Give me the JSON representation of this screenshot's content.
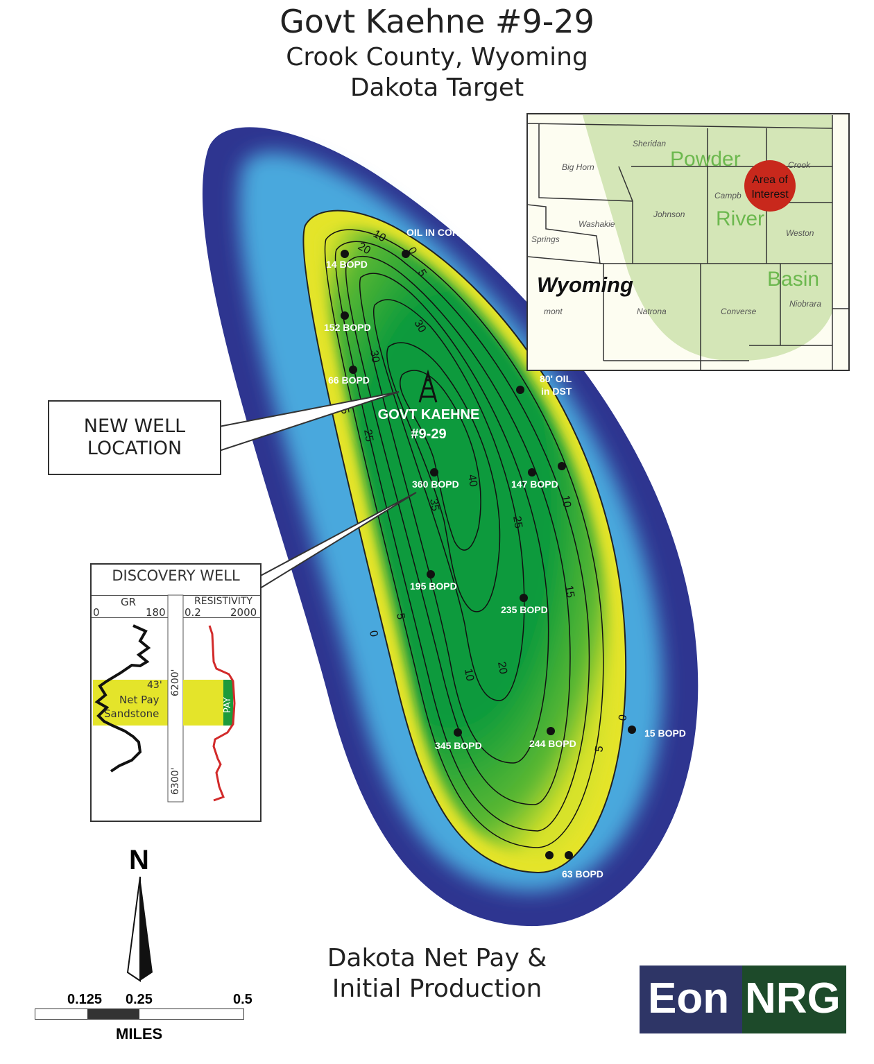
{
  "header": {
    "title": "Govt Kaehne #9-29",
    "location": "Crook County, Wyoming",
    "target": "Dakota Target"
  },
  "callouts": {
    "new_well": [
      "NEW WELL",
      "LOCATION"
    ],
    "well_name": [
      "GOVT KAEHNE",
      "#9-29"
    ]
  },
  "wells": [
    {
      "label": "14 BOPD"
    },
    {
      "label": "OIL IN CORE"
    },
    {
      "label": "152 BOPD"
    },
    {
      "label": "66 BOPD"
    },
    {
      "label": "80' OIL"
    },
    {
      "label": "in DST"
    },
    {
      "label": "360 BOPD"
    },
    {
      "label": "147 BOPD"
    },
    {
      "label": "195 BOPD"
    },
    {
      "label": "235 BOPD"
    },
    {
      "label": "345 BOPD"
    },
    {
      "label": "244 BOPD"
    },
    {
      "label": "15 BOPD"
    },
    {
      "label": "63 BOPD"
    }
  ],
  "contour_labels": [
    "10",
    "20",
    "0",
    "5",
    "30",
    "30",
    "15",
    "25",
    "40",
    "35",
    "25",
    "10",
    "15",
    "5",
    "0",
    "10",
    "20",
    "0",
    "5"
  ],
  "discovery_well": {
    "title": "DISCOVERY WELL",
    "gr_label": "GR",
    "gr_min": "0",
    "gr_max": "180",
    "res_label": "RESISTIVITY",
    "res_min": "0.2",
    "res_max": "2000",
    "depth_1": "6200'",
    "depth_2": "6300'",
    "net_pay": [
      "43'",
      "Net Pay",
      "Sandstone"
    ],
    "pay_label": "PAY"
  },
  "inset_map": {
    "state": "Wyoming",
    "basin": [
      "Powder",
      "River",
      "Basin"
    ],
    "counties": [
      "Sheridan",
      "Big Horn",
      "Crook",
      "Campb",
      "Johnson",
      "Washakie",
      "Springs",
      "Weston",
      "Natrona",
      "Converse",
      "Niobrara",
      "mont"
    ],
    "area_of_interest": [
      "Area of",
      "Interest"
    ]
  },
  "north_arrow": {
    "label": "N"
  },
  "scale_bar": {
    "ticks": [
      "0.125",
      "0.25",
      "0.5"
    ],
    "unit": "MILES"
  },
  "caption": [
    "Dakota Net Pay &",
    "Initial Production"
  ],
  "logo": {
    "left": "Eon",
    "right": "NRG"
  },
  "colors": {
    "dark_blue": "#2e3590",
    "light_blue": "#4aa8dd",
    "yellow": "#e4e42a",
    "green": "#0a9a3c",
    "pay_red": "#d22a2a",
    "logo_bg": "#2e3566",
    "logo_accent": "#1d4a2a"
  }
}
